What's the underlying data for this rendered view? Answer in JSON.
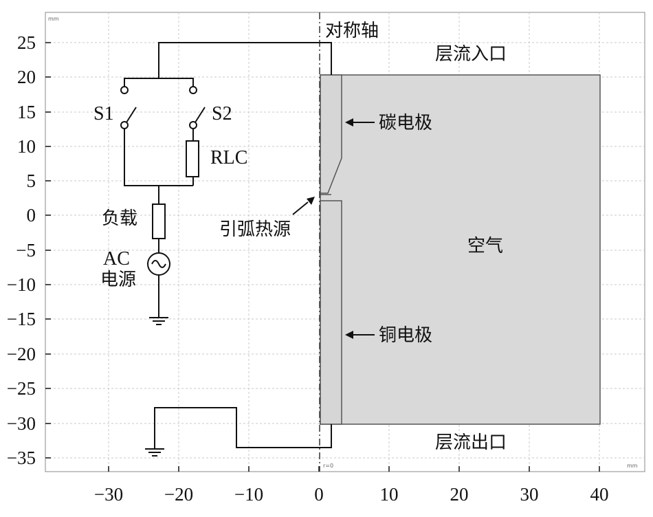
{
  "axes": {
    "x_ticks": [
      "−30",
      "−20",
      "−10",
      "0",
      "10",
      "20",
      "30",
      "40"
    ],
    "y_ticks": [
      "25",
      "20",
      "15",
      "10",
      "5",
      "0",
      "−5",
      "−10",
      "−15",
      "−20",
      "−25",
      "−30",
      "−35"
    ],
    "unit_top": "mm",
    "unit_bottom": "mm",
    "origin_note": "r=0"
  },
  "labels": {
    "axis_of_symmetry": "对称轴",
    "laminar_inlet": "层流入口",
    "laminar_outlet": "层流出口",
    "carbon_electrode": "碳电极",
    "copper_electrode": "铜电极",
    "arc_heat_source": "引弧热源",
    "air": "空气"
  },
  "circuit": {
    "switch1": "S1",
    "switch2": "S2",
    "rlc": "RLC",
    "load": "负载",
    "ac_line1": "AC",
    "ac_line2": "电源"
  },
  "colors": {
    "domain_fill": "#d9d9d9",
    "domain_stroke": "#555555",
    "line": "#111111",
    "grid": "#c8c8c8"
  }
}
